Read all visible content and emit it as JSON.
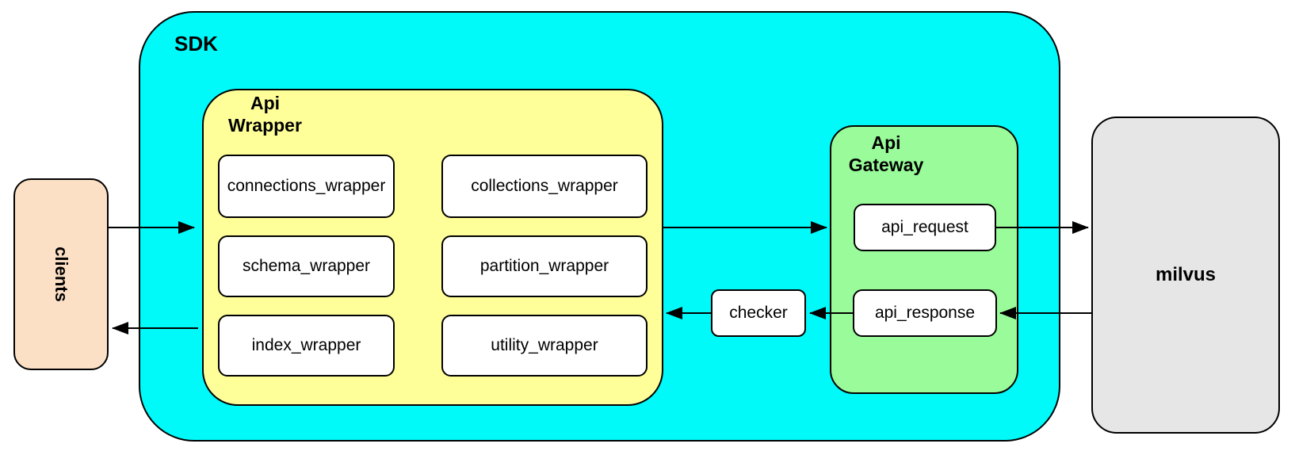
{
  "diagram": {
    "clients": {
      "label": "clients"
    },
    "sdk": {
      "label": "SDK",
      "api_wrapper": {
        "title_line1": "Api",
        "title_line2": "Wrapper",
        "boxes": [
          "connections_wrapper",
          "collections_wrapper",
          "schema_wrapper",
          "partition_wrapper",
          "index_wrapper",
          "utility_wrapper"
        ]
      },
      "checker": {
        "label": "checker"
      },
      "api_gateway": {
        "title_line1": "Api",
        "title_line2": "Gateway",
        "request_label": "api_request",
        "response_label": "api_response"
      }
    },
    "milvus": {
      "label": "milvus"
    }
  },
  "colors": {
    "canvas_bg": "#FFFFFF",
    "sdk_fill": "#00FAFA",
    "api_wrapper_fill": "#FFFF99",
    "api_gateway_fill": "#99FB99",
    "clients_fill": "#FCE0C5",
    "milvus_fill": "#E6E6E6",
    "node_fill": "#FFFFFF",
    "stroke": "#000000"
  }
}
